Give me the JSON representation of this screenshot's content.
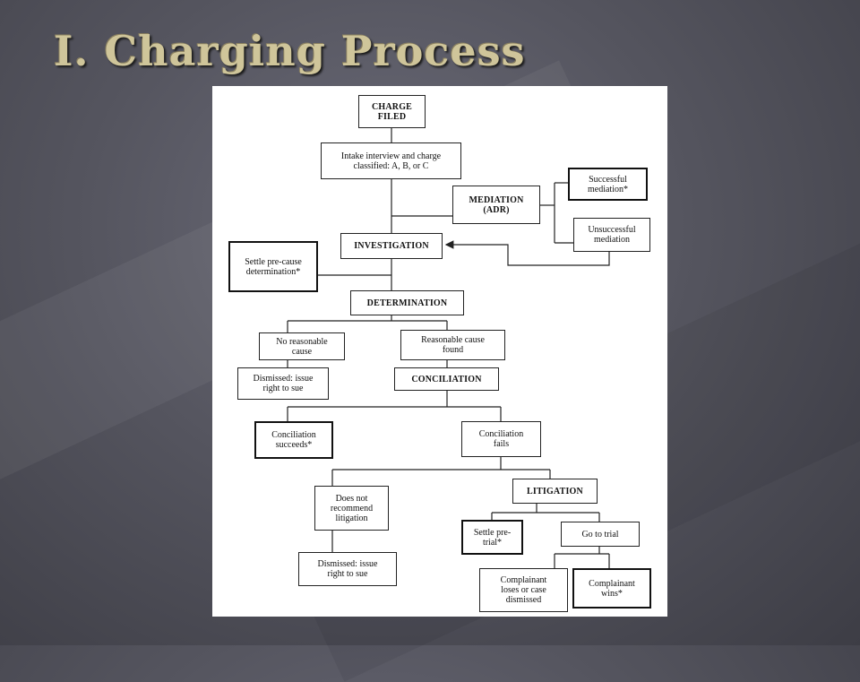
{
  "slide": {
    "title": "I. Charging Process"
  },
  "flowchart": {
    "nodes": {
      "charge_filed": "CHARGE\nFILED",
      "intake": "Intake interview and charge\nclassified: A, B, or C",
      "mediation": "MEDIATION\n(ADR)",
      "successful_mediation": "Successful\nmediation*",
      "unsuccessful_mediation": "Unsuccessful\nmediation",
      "settle_pre_cause": "Settle pre-cause\ndetermination*",
      "investigation": "INVESTIGATION",
      "determination": "DETERMINATION",
      "no_reasonable_cause": "No reasonable\ncause",
      "reasonable_cause": "Reasonable cause\nfound",
      "dismissed_1": "Dismissed: issue\nright to sue",
      "conciliation": "CONCILIATION",
      "conciliation_succeeds": "Conciliation\nsucceeds*",
      "conciliation_fails": "Conciliation\nfails",
      "does_not_recommend": "Does not\nrecommend\nlitigation",
      "litigation": "LITIGATION",
      "settle_pre_trial": "Settle pre-\ntrial*",
      "go_to_trial": "Go to trial",
      "dismissed_2": "Dismissed: issue\nright to sue",
      "complainant_loses": "Complainant\nloses or case\ndismissed",
      "complainant_wins": "Complainant\nwins*"
    }
  }
}
